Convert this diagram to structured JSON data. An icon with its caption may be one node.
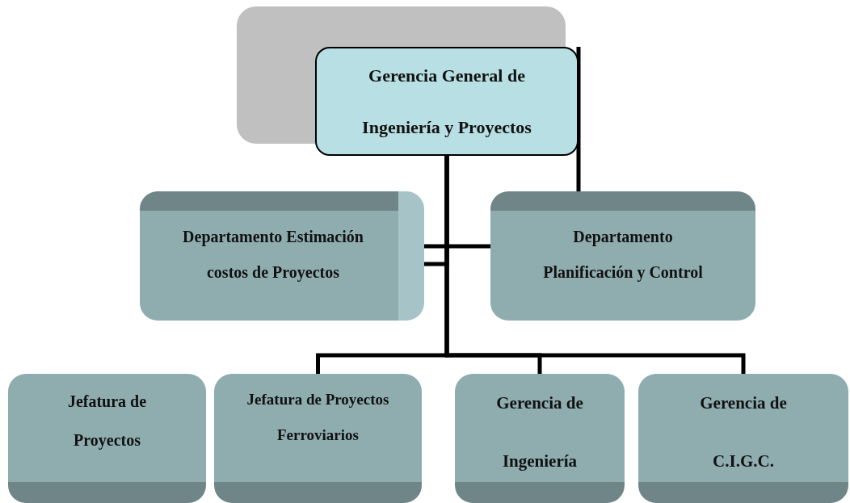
{
  "diagram": {
    "nodes": [
      {
        "text": [
          "Gerencia General de Ingeniería y Proyectos"
        ]
      },
      {
        "text": [
          "Departamento Estimación costos de Proyectos"
        ]
      },
      {
        "text": [
          "Departamento Planificación y Control"
        ]
      },
      {
        "text": [
          "Jefatura de Proyectos"
        ]
      },
      {
        "text": [
          "Jefatura de Proyectos Ferroviarios"
        ]
      },
      {
        "text": [
          "Gerencia de Ingeniería"
        ]
      },
      {
        "text": [
          "Gerencia de C.I.G.C."
        ]
      }
    ],
    "edges": [
      {
        "from": 0,
        "to": 1,
        "arrow": "none"
      },
      {
        "from": 0,
        "to": 2,
        "arrow": "none"
      },
      {
        "from": 1,
        "to": 2,
        "arrow": "none"
      },
      {
        "from": 0,
        "to": 4,
        "arrow": "none"
      },
      {
        "from": 0,
        "to": 5,
        "arrow": "none"
      },
      {
        "from": 0,
        "to": 6,
        "arrow": "none"
      }
    ]
  }
}
